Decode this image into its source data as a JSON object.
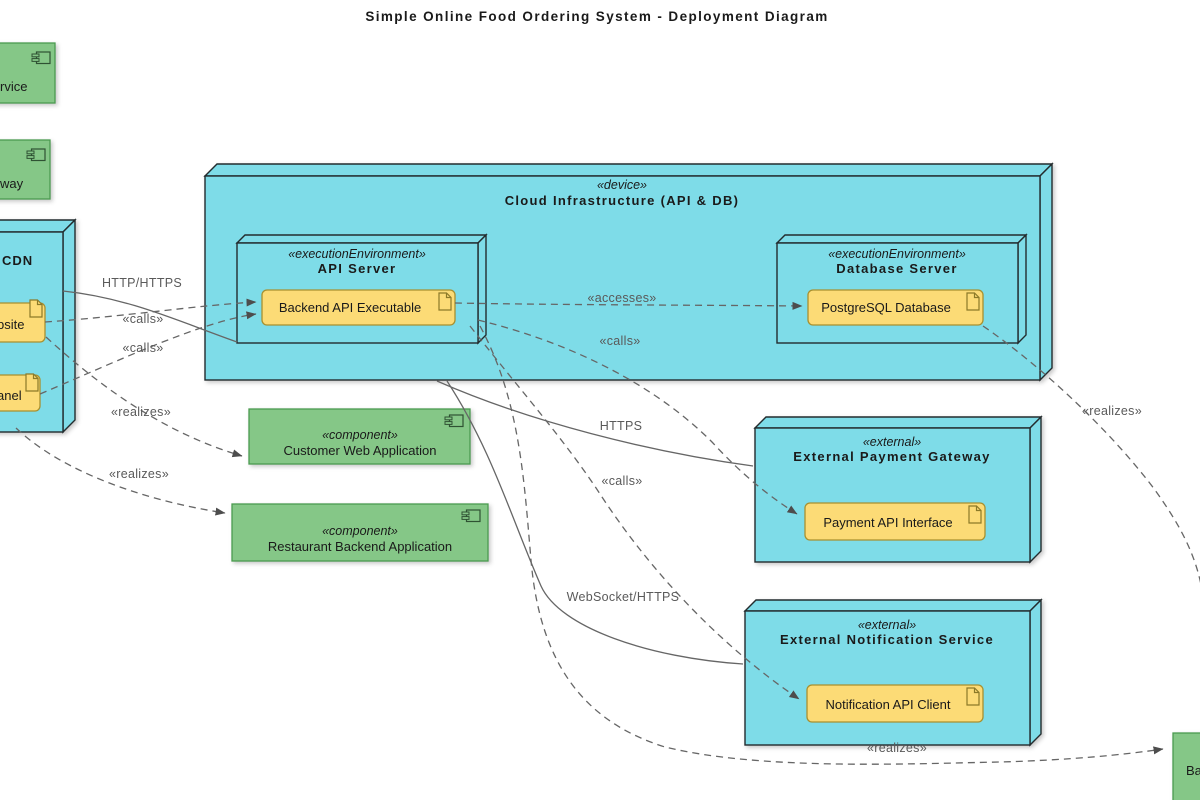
{
  "diagram": {
    "title": "Simple Online Food Ordering System - Deployment Diagram"
  },
  "nodes": {
    "service_component_fragment": "rvice",
    "gateway_component_fragment": "way",
    "cdn_node_fragment": "CDN",
    "website_artifact_fragment": "bsite",
    "admin_panel_artifact_fragment": "anel",
    "cloud": {
      "stereotype": "«device»",
      "name": "Cloud Infrastructure (API & DB)"
    },
    "api_server": {
      "stereotype": "«executionEnvironment»",
      "name": "API Server",
      "artifact": "Backend API Executable"
    },
    "db_server": {
      "stereotype": "«executionEnvironment»",
      "name": "Database Server",
      "artifact": "PostgreSQL Database"
    },
    "payment_gateway": {
      "stereotype": "«external»",
      "name": "External Payment Gateway",
      "artifact": "Payment API Interface"
    },
    "notification_service": {
      "stereotype": "«external»",
      "name": "External Notification Service",
      "artifact": "Notification API Client"
    },
    "customer_web_app": {
      "stereotype": "«component»",
      "name": "Customer Web Application"
    },
    "restaurant_backend_app": {
      "stereotype": "«component»",
      "name": "Restaurant Backend Application"
    },
    "backend_component_fragment": "Ba"
  },
  "edge_labels": [
    {
      "text": "HTTP/HTTPS"
    },
    {
      "text": "«calls»"
    },
    {
      "text": "«calls»"
    },
    {
      "text": "«accesses»"
    },
    {
      "text": "«calls»"
    },
    {
      "text": "«realizes»"
    },
    {
      "text": "«realizes»"
    },
    {
      "text": "HTTPS"
    },
    {
      "text": "«calls»"
    },
    {
      "text": "WebSocket/HTTPS"
    },
    {
      "text": "«realizes»"
    },
    {
      "text": "«realizes»"
    }
  ],
  "colors": {
    "node_fill": "#7EDCE8",
    "node_border": "#232C2E",
    "component_fill": "#85C787",
    "component_border": "#4B9B50",
    "artifact_fill": "#FCDB76",
    "artifact_border": "#A8902F",
    "edge": "#666666",
    "edge_label": "#5A5A5A"
  }
}
